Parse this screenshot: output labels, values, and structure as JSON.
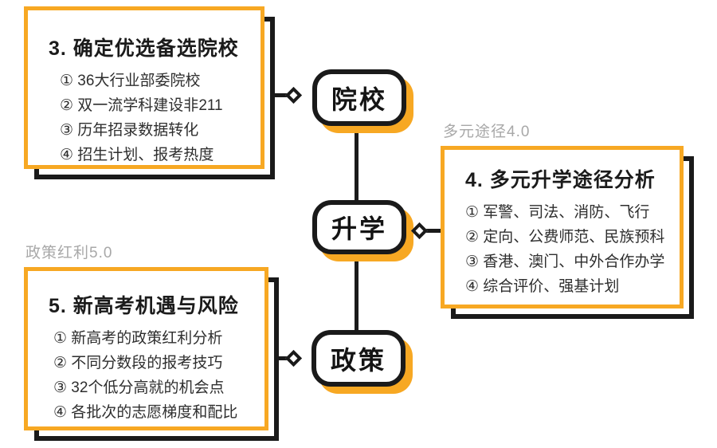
{
  "colors": {
    "accent": "#F7A823",
    "ink": "#1A1A1A",
    "tag_gray": "#A8A8A8",
    "background": "#FFFFFF"
  },
  "nodes": [
    {
      "label": "院校"
    },
    {
      "label": "升学"
    },
    {
      "label": "政策"
    }
  ],
  "boxes": [
    {
      "tag": "",
      "title": "3. 确定优选备选院校",
      "items": [
        "① 36大行业部委院校",
        "② 双一流学科建设非211",
        "③ 历年招录数据转化",
        "④ 招生计划、报考热度"
      ]
    },
    {
      "tag": "多元途径4.0",
      "title": "4. 多元升学途径分析",
      "items": [
        "① 军警、司法、消防、飞行",
        "② 定向、公费师范、民族预科",
        "③ 香港、澳门、中外合作办学",
        "④ 综合评价、强基计划"
      ]
    },
    {
      "tag": "政策红利5.0",
      "title": "5. 新高考机遇与风险",
      "items": [
        "① 新高考的政策红利分析",
        "② 不同分数段的报考技巧",
        "③ 32个低分高就的机会点",
        "④ 各批次的志愿梯度和配比"
      ]
    }
  ]
}
